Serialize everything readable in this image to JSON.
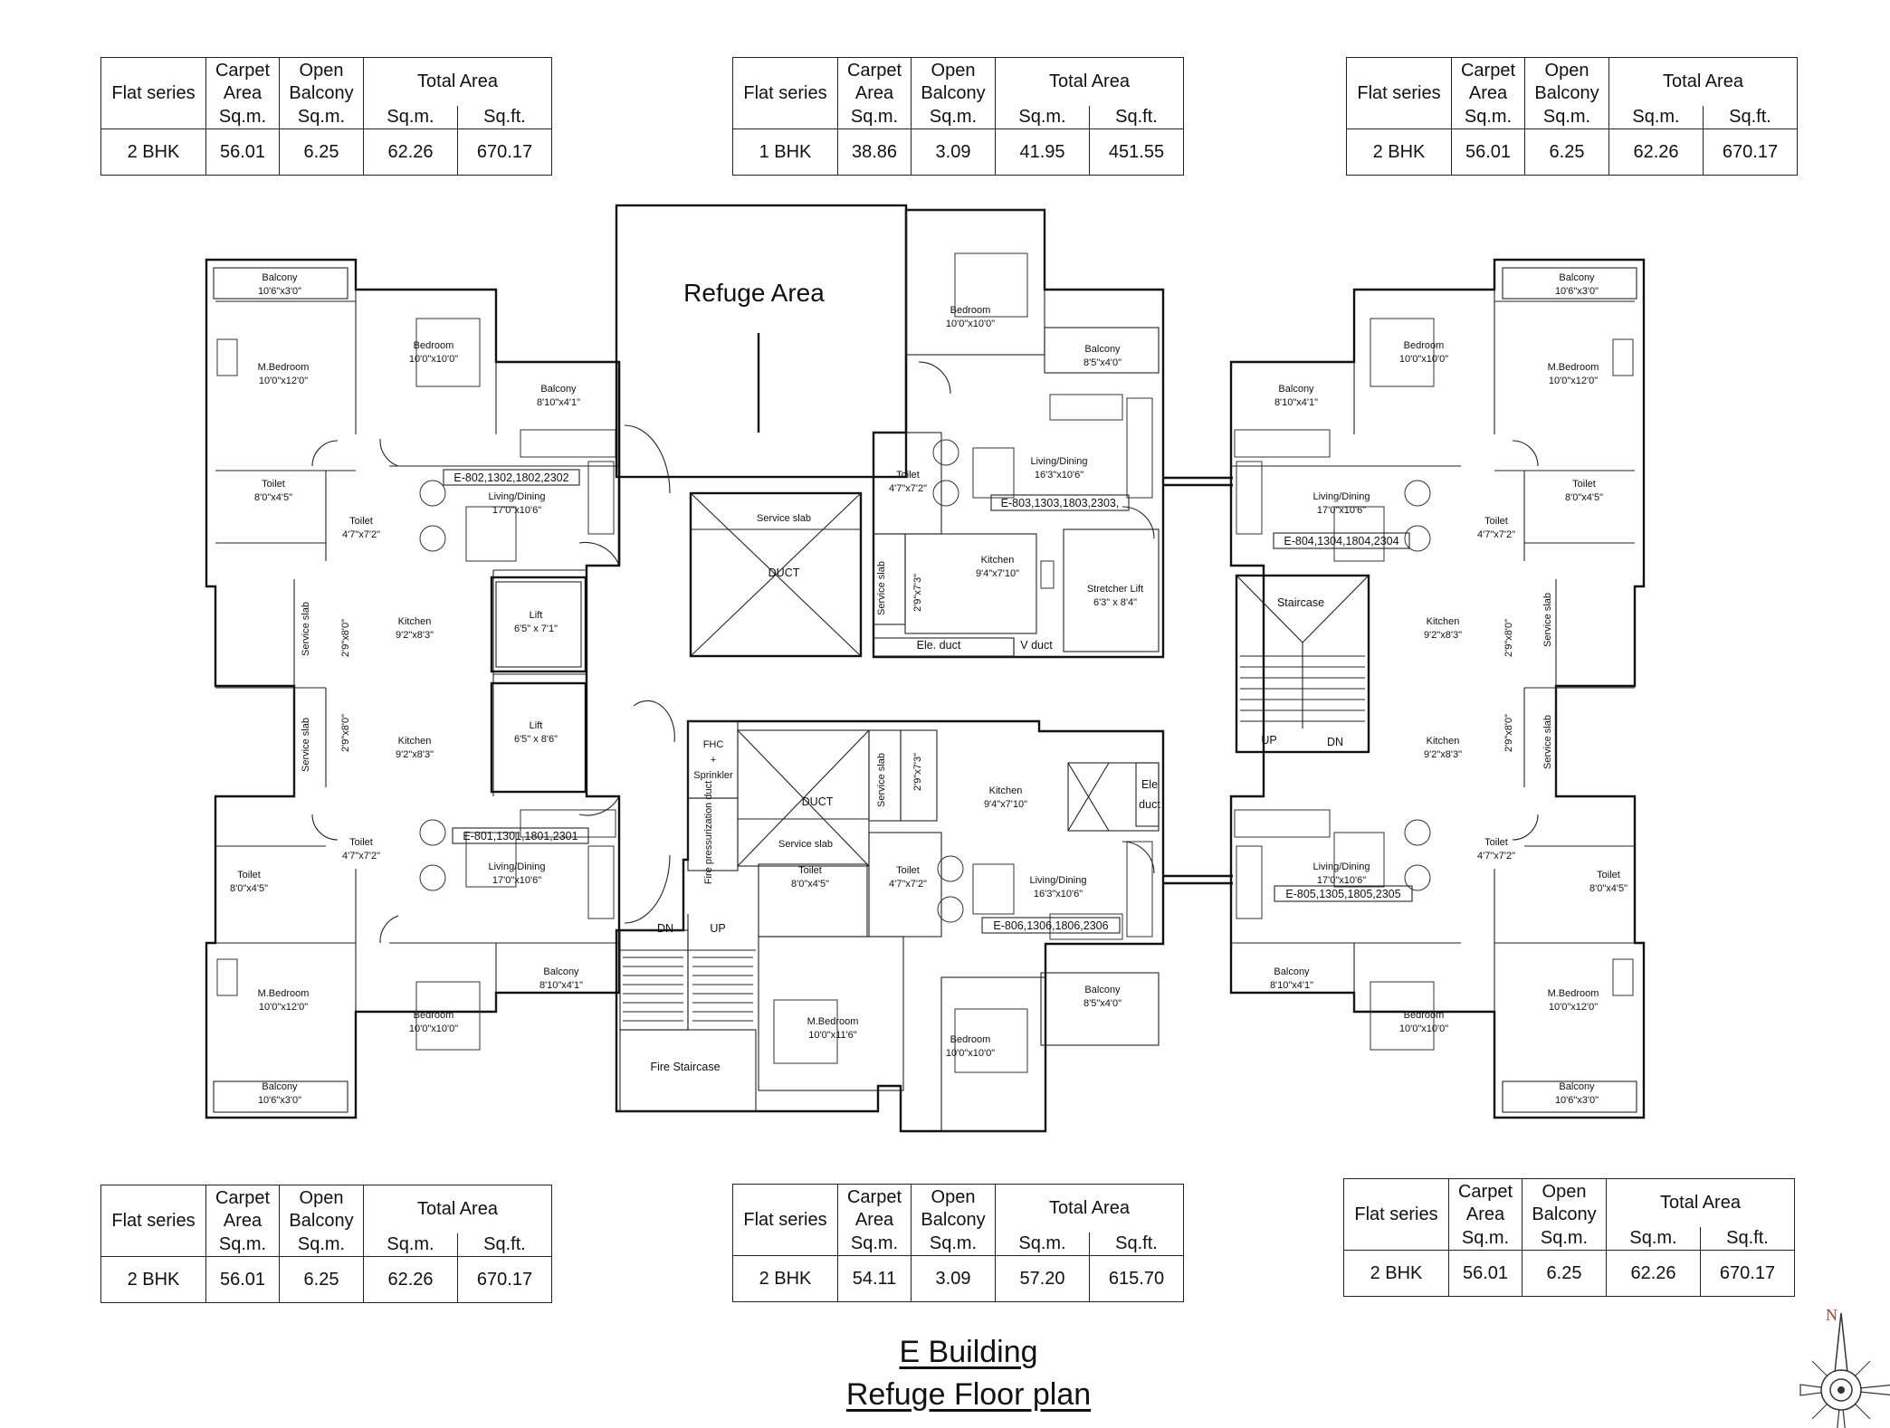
{
  "tables": [
    {
      "flat_series": "2 BHK",
      "carpet": "56.01",
      "balcony": "6.25",
      "total_sqm": "62.26",
      "total_sqft": "670.17"
    },
    {
      "flat_series": "1 BHK",
      "carpet": "38.86",
      "balcony": "3.09",
      "total_sqm": "41.95",
      "total_sqft": "451.55"
    },
    {
      "flat_series": "2 BHK",
      "carpet": "56.01",
      "balcony": "6.25",
      "total_sqm": "62.26",
      "total_sqft": "670.17"
    },
    {
      "flat_series": "2 BHK",
      "carpet": "56.01",
      "balcony": "6.25",
      "total_sqm": "62.26",
      "total_sqft": "670.17"
    },
    {
      "flat_series": "2 BHK",
      "carpet": "54.11",
      "balcony": "3.09",
      "total_sqm": "57.20",
      "total_sqft": "615.70"
    },
    {
      "flat_series": "2 BHK",
      "carpet": "56.01",
      "balcony": "6.25",
      "total_sqm": "62.26",
      "total_sqft": "670.17"
    }
  ],
  "headers": {
    "flat_series": "Flat series",
    "carpet_l1": "Carpet",
    "carpet_l2": "Area",
    "balcony_l1": "Open",
    "balcony_l2": "Balcony",
    "total": "Total Area",
    "sqm": "Sq.m.",
    "sqft": "Sq.ft."
  },
  "title": {
    "line1": "E Building",
    "line2": "Refuge Floor plan"
  },
  "compass": "N",
  "plan": {
    "refuge": "Refuge Area",
    "duct": "DUCT",
    "service_slab": "Service slab",
    "lift1": "Lift",
    "lift1_dim": "6'5\" x 7'1\"",
    "lift2": "Lift",
    "lift2_dim": "6'5\" x 8'6\"",
    "stretcher": "Stretcher Lift",
    "stretcher_dim": "6'3\" x 8'4\"",
    "staircase": "Staircase",
    "fire_staircase": "Fire Staircase",
    "up": "UP",
    "dn": "DN",
    "fhc": "FHC",
    "plus": "+",
    "sprinkler": "Sprinkler",
    "fire_press": "Fire pressurization duct",
    "ele_duct": "Ele. duct",
    "v_duct": "V duct",
    "ele": "Ele",
    "duct_small": "duct",
    "balcony": "Balcony",
    "balcony_a_dim": "10'6\"x3'0\"",
    "balcony_b_dim": "8'10\"x4'1\"",
    "balcony_c_dim": "8'5\"x4'0\"",
    "mbedroom": "M.Bedroom",
    "mbedroom_dim": "10'0\"x12'0\"",
    "mbedroom_b_dim": "10'0\"x11'6\"",
    "bedroom": "Bedroom",
    "bedroom_dim": "10'0\"x10'0\"",
    "toilet": "Toilet",
    "toilet_a_dim": "8'0\"x4'5\"",
    "toilet_b_dim": "4'7\"x7'2\"",
    "living": "Living/Dining",
    "living_a_dim": "17'0\"x10'6\"",
    "living_b_dim": "16'3\"x10'6\"",
    "kitchen": "Kitchen",
    "kitchen_a_dim": "9'2\"x8'3\"",
    "kitchen_b_dim": "9'4\"x7'10\"",
    "shaft_a": "2'9\"x8'0\"",
    "shaft_b": "2'9\"x7'3\"",
    "flat_802": "E-802,1302,1802,2302",
    "flat_801": "E-801,1301,1801,2301",
    "flat_803": "E-803,1303,1803,2303,",
    "flat_806": "E-806,1306,1806,2306",
    "flat_804": "E-804,1304,1804,2304",
    "flat_805": "E-805,1305,1805,2305"
  }
}
